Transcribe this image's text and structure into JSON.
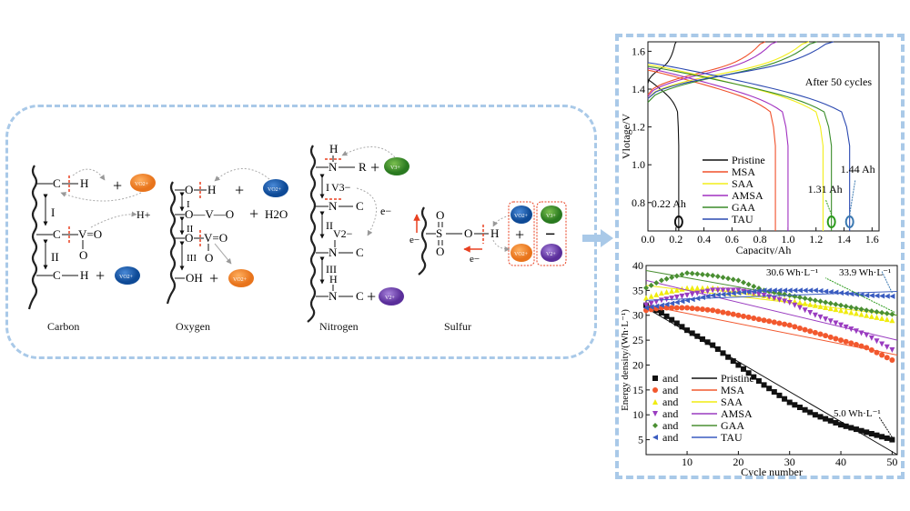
{
  "mechanism": {
    "captions": [
      "Carbon",
      "Oxygen",
      "Nitrogen",
      "Sulfur"
    ],
    "carbon": {
      "rows": [
        "C",
        "H",
        "C",
        "V=O",
        "O",
        "C",
        "H"
      ],
      "steps": [
        "I",
        "II"
      ],
      "ions": [
        "VO2+",
        "VO2+"
      ],
      "byproduct": "H+"
    },
    "oxygen": {
      "rows": [
        "O",
        "H",
        "O—V—O",
        "H2O",
        "O",
        "V=O",
        "O",
        "OH"
      ],
      "steps": [
        "I",
        "II",
        "III"
      ],
      "ions": [
        "VO2+",
        "VO2+"
      ]
    },
    "nitrogen": {
      "rows": [
        "H",
        "N",
        "R",
        "V3−",
        "N",
        "C",
        "V2−",
        "N",
        "C",
        "H",
        "N",
        "C"
      ],
      "steps": [
        "I",
        "II",
        "III"
      ],
      "electron": "e−",
      "ions": [
        "V3+",
        "V2+"
      ]
    },
    "sulfur": {
      "group": [
        "O",
        "S",
        "O",
        "O",
        "H"
      ],
      "electron": "e−",
      "positive_ions": [
        "VO2+",
        "VO2+"
      ],
      "negative_ions": [
        "V3+",
        "V2+"
      ],
      "plus": "+",
      "minus": "−"
    },
    "ion_colors": {
      "VO2_plus_blue": "#1a5fa8",
      "VO2_orange": "#f08a2c",
      "V3_green": "#3f8f2e",
      "V2_purple": "#7a4ab0"
    }
  },
  "chart_data": [
    {
      "type": "line",
      "title": "",
      "annotation": "After 50 cycles",
      "xlabel": "Capacity/Ah",
      "ylabel": "Vlotage/V",
      "xlim": [
        0.0,
        1.65
      ],
      "ylim": [
        0.65,
        1.65
      ],
      "xticks": [
        "0.0",
        "0.2",
        "0.4",
        "0.6",
        "0.8",
        "1.0",
        "1.2",
        "1.4",
        "1.6"
      ],
      "yticks": [
        "0.8",
        "1.0",
        "1.2",
        "1.4",
        "1.6"
      ],
      "legend": "center-left",
      "series": [
        {
          "name": "Pristine",
          "color": "#111111",
          "discharge_capacity": 0.22,
          "charge_start_v": 1.43,
          "discharge_start_v": 1.45
        },
        {
          "name": "MSA",
          "color": "#f0502a",
          "discharge_capacity": 0.91,
          "charge_start_v": 1.37,
          "discharge_start_v": 1.5
        },
        {
          "name": "SAA",
          "color": "#f2ee1a",
          "discharge_capacity": 1.25,
          "charge_start_v": 1.35,
          "discharge_start_v": 1.53
        },
        {
          "name": "AMSA",
          "color": "#a030c0",
          "discharge_capacity": 1.0,
          "charge_start_v": 1.36,
          "discharge_start_v": 1.51
        },
        {
          "name": "GAA",
          "color": "#3a8c2a",
          "discharge_capacity": 1.31,
          "charge_start_v": 1.33,
          "discharge_start_v": 1.52
        },
        {
          "name": "TAU",
          "color": "#2a48b0",
          "discharge_capacity": 1.44,
          "charge_start_v": 1.35,
          "discharge_start_v": 1.54
        }
      ],
      "annotations": [
        {
          "text": "0.22 Ah",
          "x": 0.22
        },
        {
          "text": "1.31 Ah",
          "x": 1.31
        },
        {
          "text": "1.44 Ah",
          "x": 1.44
        }
      ]
    },
    {
      "type": "scatter",
      "xlabel": "Cycle number",
      "ylabel": "Energy density/(Wh·L⁻¹)",
      "xlim": [
        2,
        51
      ],
      "ylim": [
        2,
        40
      ],
      "xticks": [
        "10",
        "20",
        "30",
        "40",
        "50"
      ],
      "yticks": [
        "5",
        "10",
        "15",
        "20",
        "25",
        "30",
        "35",
        "40"
      ],
      "legend": "bottom-left",
      "legend_prefix": "and",
      "series": [
        {
          "name": "Pristine",
          "color": "#111111",
          "marker": "square",
          "points": [
            [
              2,
              32
            ],
            [
              5,
              30.5
            ],
            [
              10,
              27
            ],
            [
              15,
              24
            ],
            [
              20,
              20
            ],
            [
              25,
              16
            ],
            [
              30,
              12.5
            ],
            [
              35,
              10
            ],
            [
              40,
              8
            ],
            [
              45,
              6.5
            ],
            [
              50,
              5
            ]
          ],
          "fit": [
            [
              2,
              31.5
            ],
            [
              51,
              2
            ]
          ]
        },
        {
          "name": "MSA",
          "color": "#f2582e",
          "marker": "circle",
          "points": [
            [
              2,
              31
            ],
            [
              5,
              31.5
            ],
            [
              10,
              31.5
            ],
            [
              15,
              31
            ],
            [
              20,
              30
            ],
            [
              25,
              29
            ],
            [
              30,
              28
            ],
            [
              35,
              26.5
            ],
            [
              40,
              25
            ],
            [
              45,
              23.5
            ],
            [
              50,
              21
            ]
          ],
          "fit": [
            [
              2,
              32
            ],
            [
              51,
              22
            ]
          ]
        },
        {
          "name": "SAA",
          "color": "#f0ec10",
          "marker": "triangle-up",
          "points": [
            [
              2,
              33.5
            ],
            [
              5,
              34.5
            ],
            [
              10,
              35.5
            ],
            [
              15,
              35.5
            ],
            [
              20,
              35
            ],
            [
              25,
              34
            ],
            [
              30,
              33
            ],
            [
              35,
              32
            ],
            [
              40,
              31
            ],
            [
              45,
              30
            ],
            [
              50,
              29
            ]
          ],
          "fit": [
            [
              2,
              36
            ],
            [
              51,
              30
            ]
          ]
        },
        {
          "name": "AMSA",
          "color": "#9a3cc0",
          "marker": "triangle-down",
          "points": [
            [
              2,
              32
            ],
            [
              5,
              33
            ],
            [
              10,
              34
            ],
            [
              15,
              35
            ],
            [
              20,
              35
            ],
            [
              25,
              34
            ],
            [
              30,
              32.5
            ],
            [
              35,
              30
            ],
            [
              40,
              28
            ],
            [
              45,
              26
            ],
            [
              50,
              23
            ]
          ],
          "fit": [
            [
              2,
              37
            ],
            [
              51,
              25
            ]
          ]
        },
        {
          "name": "GAA",
          "color": "#4a8f32",
          "marker": "diamond",
          "points": [
            [
              2,
              35.5
            ],
            [
              5,
              37
            ],
            [
              10,
              38.5
            ],
            [
              15,
              38
            ],
            [
              20,
              37
            ],
            [
              25,
              35
            ],
            [
              30,
              34
            ],
            [
              35,
              33
            ],
            [
              40,
              32
            ],
            [
              45,
              31
            ],
            [
              50,
              30.2
            ]
          ],
          "fit": [
            [
              2,
              39
            ],
            [
              51,
              30
            ]
          ]
        },
        {
          "name": "TAU",
          "color": "#3a5cc0",
          "marker": "triangle-left",
          "points": [
            [
              2,
              31.5
            ],
            [
              5,
              32
            ],
            [
              10,
              33
            ],
            [
              15,
              34
            ],
            [
              20,
              34.5
            ],
            [
              25,
              35
            ],
            [
              30,
              35
            ],
            [
              35,
              35
            ],
            [
              40,
              34.5
            ],
            [
              45,
              34
            ],
            [
              50,
              33.8
            ]
          ],
          "fit": [
            [
              2,
              33
            ],
            [
              51,
              34.8
            ]
          ]
        }
      ],
      "annotations": [
        {
          "text": "30.6 Wh·L⁻¹",
          "target_x": 50,
          "target_y": 30.6
        },
        {
          "text": "33.9 Wh·L⁻¹",
          "target_x": 50,
          "target_y": 33.9
        },
        {
          "text": "5.0 Wh·L⁻¹",
          "target_x": 50,
          "target_y": 5.0
        }
      ]
    }
  ]
}
